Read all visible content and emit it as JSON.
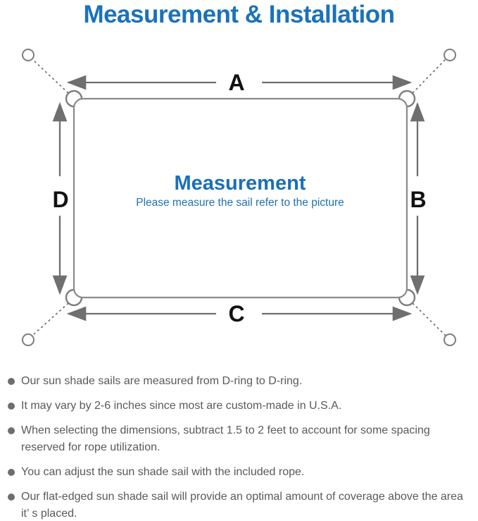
{
  "title": "Measurement & Installation",
  "colors": {
    "title_blue": "#1a72ba",
    "heading_blue": "#1a6fb8",
    "subtitle_blue": "#2271ae",
    "line_gray": "#6f6f6f",
    "outline_gray": "#7d7d7d",
    "label_black": "#111111",
    "note_gray": "#595959"
  },
  "diagram": {
    "labels": {
      "top": "A",
      "right": "B",
      "bottom": "C",
      "left": "D"
    },
    "center_heading": "Measurement",
    "center_subtitle": "Please measure the sail refer to the picture",
    "icons": [
      "anchor-ring",
      "d-ring",
      "dimension-arrow",
      "dashed-tension-line",
      "shade-sail-outline"
    ]
  },
  "notes": [
    {
      "text": "Our sun shade sails are measured from D-ring to D-ring."
    },
    {
      "text": "It may vary by 2-6 inches since most are custom-made in U.S.A."
    },
    {
      "text": "When selecting the dimensions, subtract 1.5 to 2 feet to account for some spacing reserved for rope utilization."
    },
    {
      "text": "You can adjust the sun shade sail with the included rope."
    },
    {
      "text": "Our flat-edged sun shade sail will provide an optimal amount of coverage above the area it’ s placed."
    }
  ]
}
